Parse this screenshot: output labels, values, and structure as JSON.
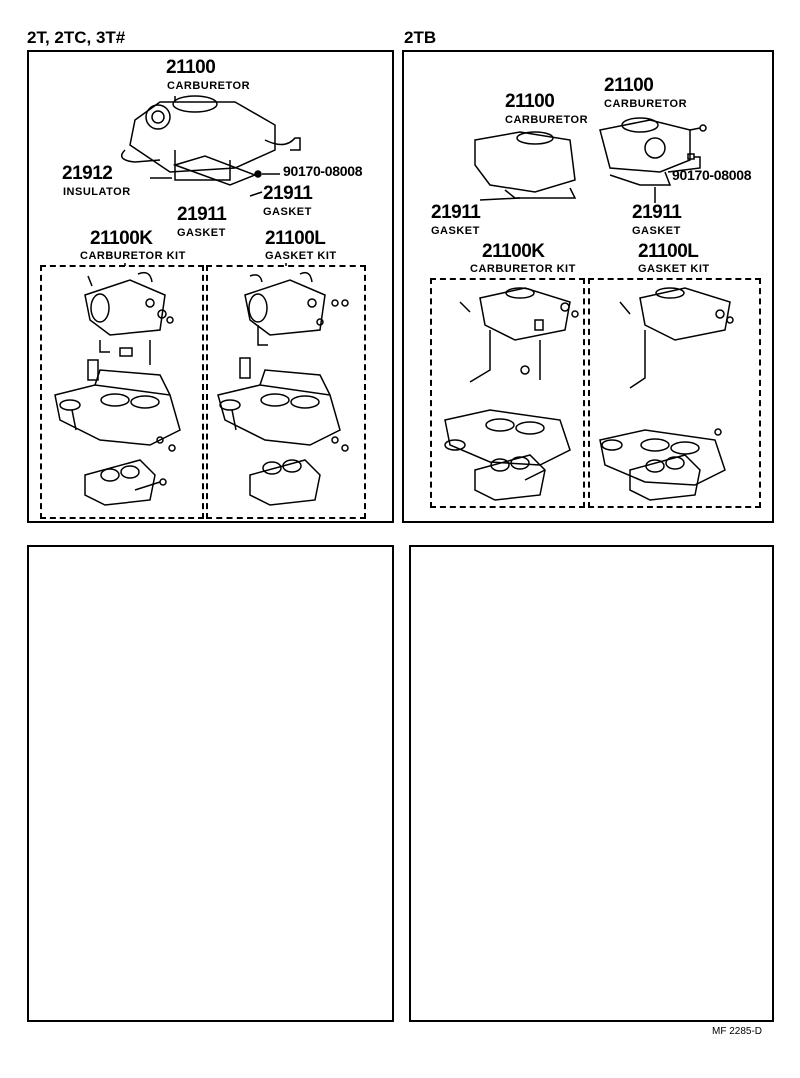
{
  "left_section": {
    "title": "2T, 2TC, 3T#",
    "carburetor": {
      "part_no": "21100",
      "name": "CARBURETOR"
    },
    "insulator": {
      "part_no": "21912",
      "name": "INSULATOR"
    },
    "bolt": {
      "part_no": "90170-08008"
    },
    "gasket_upper": {
      "part_no": "21911",
      "name": "GASKET"
    },
    "gasket_lower": {
      "part_no": "21911",
      "name": "GASKET"
    },
    "carburetor_kit": {
      "part_no": "21100K",
      "name": "CARBURETOR KIT"
    },
    "gasket_kit": {
      "part_no": "21100L",
      "name": "GASKET KIT"
    }
  },
  "right_section": {
    "title": "2TB",
    "carburetor_left": {
      "part_no": "21100",
      "name": "CARBURETOR"
    },
    "carburetor_right": {
      "part_no": "21100",
      "name": "CARBURETOR"
    },
    "bolt": {
      "part_no": "90170-08008"
    },
    "gasket_left": {
      "part_no": "21911",
      "name": "GASKET"
    },
    "gasket_right": {
      "part_no": "21911",
      "name": "GASKET"
    },
    "carburetor_kit": {
      "part_no": "21100K",
      "name": "CARBURETOR KIT"
    },
    "gasket_kit": {
      "part_no": "21100L",
      "name": "GASKET KIT"
    }
  },
  "footer": {
    "code": "MF  2285-D"
  }
}
